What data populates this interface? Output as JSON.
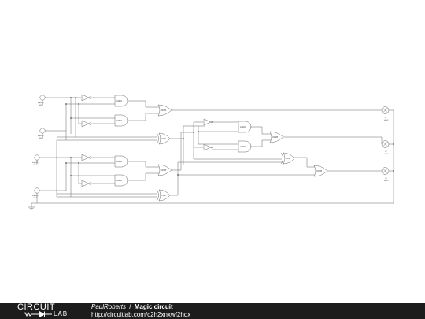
{
  "schematic": {
    "inputs": [
      {
        "id": "input1",
        "label1": "Input(1)",
        "label2": "H/H/1"
      },
      {
        "id": "input2",
        "label1": "Input(2)",
        "label2": "H/H/1"
      },
      {
        "id": "input3",
        "label1": "Input(3)",
        "label2": "H/H/1"
      },
      {
        "id": "input4",
        "label1": "Input(4)",
        "label2": "H/H/1"
      }
    ],
    "gate_labels": {
      "and": "AND2",
      "or": "OR2B",
      "xor": "XOR"
    },
    "outputs": [
      {
        "id": "lamp1",
        "label1": "L1",
        "label2": "H/H/1"
      },
      {
        "id": "lamp2",
        "label1": "L2",
        "label2": "H/H/1"
      },
      {
        "id": "lamp3",
        "label1": "L3",
        "label2": "H/H/1"
      }
    ]
  },
  "footer": {
    "logo_circuit": "CIRCUIT",
    "logo_lab": "LAB",
    "author": "PaulRoberts",
    "separator": "/",
    "title": "Magic circuit",
    "url": "http://circuitlab.com/c2h2xnxwf2hdx"
  }
}
